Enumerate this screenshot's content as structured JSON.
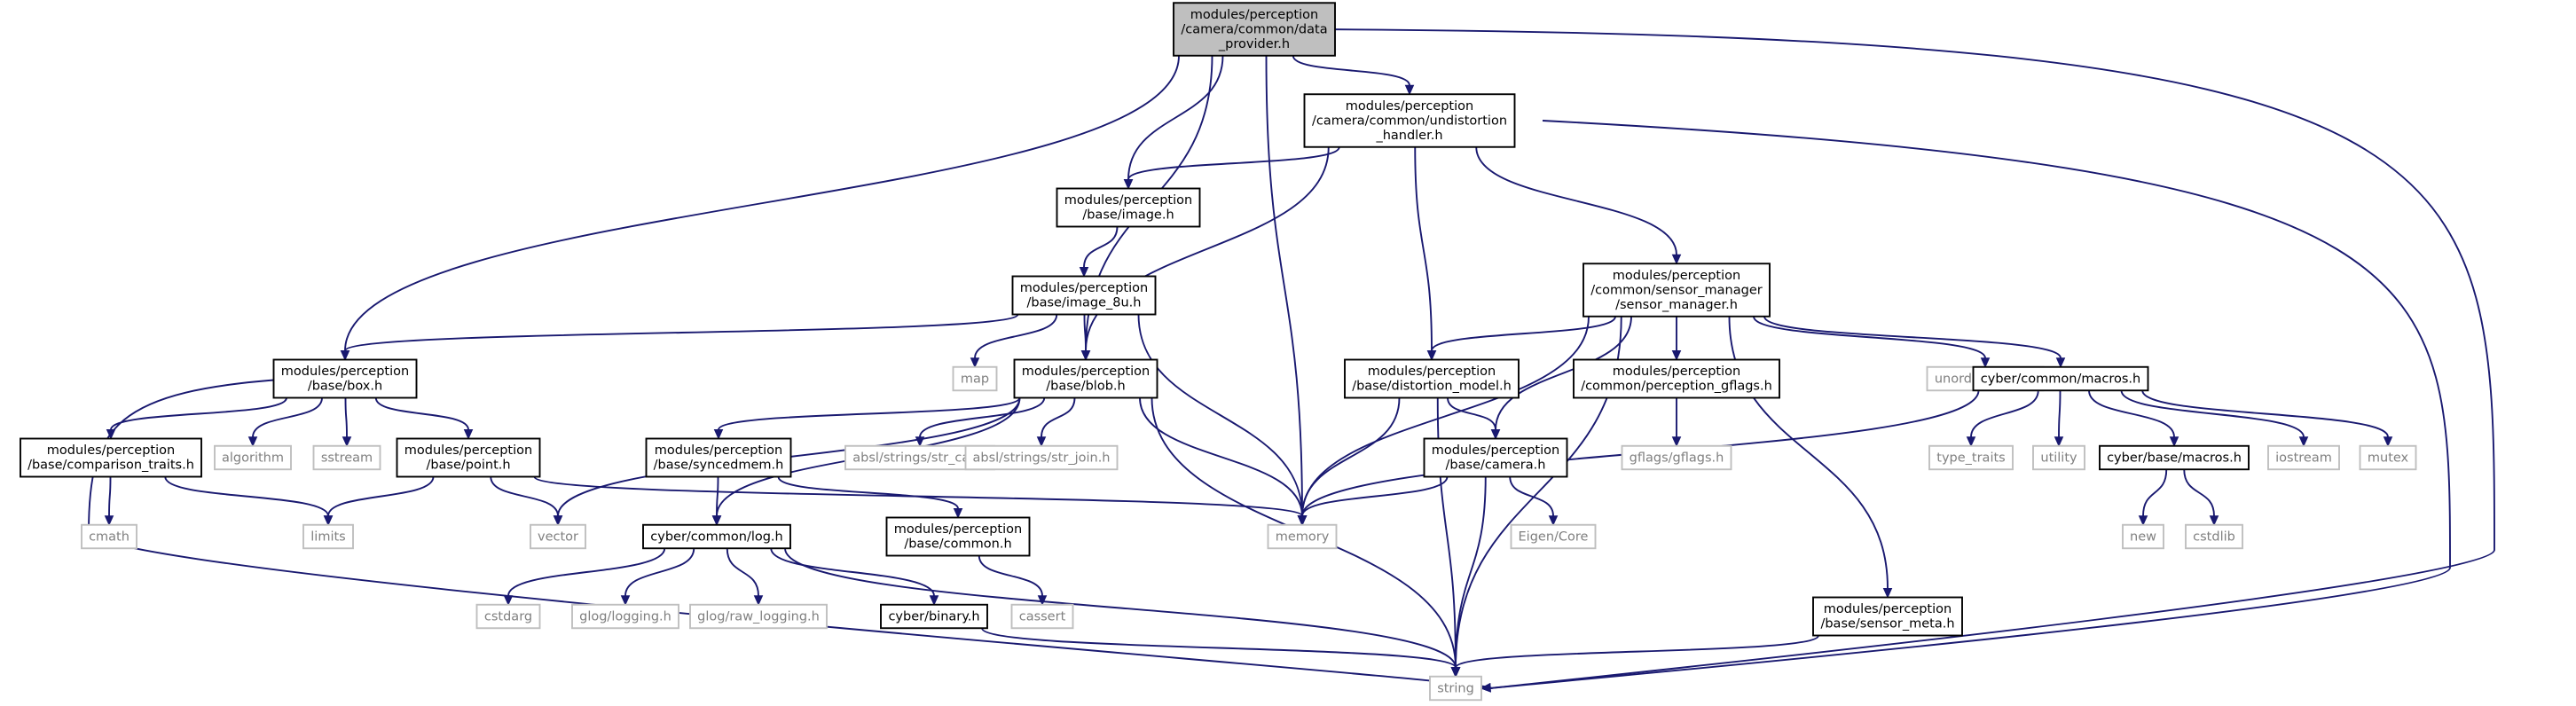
{
  "colors": {
    "edge": "#191970",
    "root_fill": "#bfbfbf",
    "node_stroke": "#000000",
    "external_stroke": "#bfbfbf",
    "external_text": "#808080"
  },
  "nodes": [
    {
      "id": "data_provider",
      "lines": [
        "modules/perception",
        "/camera/common/data",
        "_provider.h"
      ],
      "kind": "root"
    },
    {
      "id": "undistortion_handler",
      "lines": [
        "modules/perception",
        "/camera/common/undistortion",
        "_handler.h"
      ],
      "kind": "file"
    },
    {
      "id": "image",
      "lines": [
        "modules/perception",
        "/base/image.h"
      ],
      "kind": "file"
    },
    {
      "id": "image_8u",
      "lines": [
        "modules/perception",
        "/base/image_8u.h"
      ],
      "kind": "file"
    },
    {
      "id": "sensor_manager",
      "lines": [
        "modules/perception",
        "/common/sensor_manager",
        "/sensor_manager.h"
      ],
      "kind": "file"
    },
    {
      "id": "box",
      "lines": [
        "modules/perception",
        "/base/box.h"
      ],
      "kind": "file"
    },
    {
      "id": "map",
      "lines": [
        "map"
      ],
      "kind": "external"
    },
    {
      "id": "blob",
      "lines": [
        "modules/perception",
        "/base/blob.h"
      ],
      "kind": "file"
    },
    {
      "id": "distortion_model",
      "lines": [
        "modules/perception",
        "/base/distortion_model.h"
      ],
      "kind": "file"
    },
    {
      "id": "perception_gflags",
      "lines": [
        "modules/perception",
        "/common/perception_gflags.h"
      ],
      "kind": "file"
    },
    {
      "id": "unordered_map",
      "lines": [
        "unordered_map"
      ],
      "kind": "external"
    },
    {
      "id": "cyber_common_macros",
      "lines": [
        "cyber/common/macros.h"
      ],
      "kind": "file"
    },
    {
      "id": "comparison_traits",
      "lines": [
        "modules/perception",
        "/base/comparison_traits.h"
      ],
      "kind": "file"
    },
    {
      "id": "algorithm",
      "lines": [
        "algorithm"
      ],
      "kind": "external"
    },
    {
      "id": "sstream",
      "lines": [
        "sstream"
      ],
      "kind": "external"
    },
    {
      "id": "point",
      "lines": [
        "modules/perception",
        "/base/point.h"
      ],
      "kind": "file"
    },
    {
      "id": "syncedmem",
      "lines": [
        "modules/perception",
        "/base/syncedmem.h"
      ],
      "kind": "file"
    },
    {
      "id": "str_cat",
      "lines": [
        "absl/strings/str_cat.h"
      ],
      "kind": "external"
    },
    {
      "id": "str_join",
      "lines": [
        "absl/strings/str_join.h"
      ],
      "kind": "external"
    },
    {
      "id": "camera",
      "lines": [
        "modules/perception",
        "/base/camera.h"
      ],
      "kind": "file"
    },
    {
      "id": "gflags",
      "lines": [
        "gflags/gflags.h"
      ],
      "kind": "external"
    },
    {
      "id": "type_traits",
      "lines": [
        "type_traits"
      ],
      "kind": "external"
    },
    {
      "id": "utility",
      "lines": [
        "utility"
      ],
      "kind": "external"
    },
    {
      "id": "cyber_base_macros",
      "lines": [
        "cyber/base/macros.h"
      ],
      "kind": "file"
    },
    {
      "id": "iostream",
      "lines": [
        "iostream"
      ],
      "kind": "external"
    },
    {
      "id": "mutex",
      "lines": [
        "mutex"
      ],
      "kind": "external"
    },
    {
      "id": "cmath",
      "lines": [
        "cmath"
      ],
      "kind": "external"
    },
    {
      "id": "limits",
      "lines": [
        "limits"
      ],
      "kind": "external"
    },
    {
      "id": "vector",
      "lines": [
        "vector"
      ],
      "kind": "external"
    },
    {
      "id": "log",
      "lines": [
        "cyber/common/log.h"
      ],
      "kind": "file"
    },
    {
      "id": "memory",
      "lines": [
        "memory"
      ],
      "kind": "external"
    },
    {
      "id": "base_common",
      "lines": [
        "modules/perception",
        "/base/common.h"
      ],
      "kind": "file"
    },
    {
      "id": "eigen_core",
      "lines": [
        "Eigen/Core"
      ],
      "kind": "external"
    },
    {
      "id": "new",
      "lines": [
        "new"
      ],
      "kind": "external"
    },
    {
      "id": "cstdlib",
      "lines": [
        "cstdlib"
      ],
      "kind": "external"
    },
    {
      "id": "cstdarg",
      "lines": [
        "cstdarg"
      ],
      "kind": "external"
    },
    {
      "id": "glog_logging",
      "lines": [
        "glog/logging.h"
      ],
      "kind": "external"
    },
    {
      "id": "glog_raw_logging",
      "lines": [
        "glog/raw_logging.h"
      ],
      "kind": "external"
    },
    {
      "id": "cyber_binary",
      "lines": [
        "cyber/binary.h"
      ],
      "kind": "file"
    },
    {
      "id": "cassert",
      "lines": [
        "cassert"
      ],
      "kind": "external"
    },
    {
      "id": "sensor_meta",
      "lines": [
        "modules/perception",
        "/base/sensor_meta.h"
      ],
      "kind": "file"
    },
    {
      "id": "string",
      "lines": [
        "string"
      ],
      "kind": "external"
    }
  ],
  "edges": [
    [
      "data_provider",
      "undistortion_handler"
    ],
    [
      "data_provider",
      "image"
    ],
    [
      "data_provider",
      "box"
    ],
    [
      "data_provider",
      "blob"
    ],
    [
      "data_provider",
      "memory"
    ],
    [
      "data_provider",
      "string"
    ],
    [
      "undistortion_handler",
      "image"
    ],
    [
      "undistortion_handler",
      "blob"
    ],
    [
      "undistortion_handler",
      "distortion_model"
    ],
    [
      "undistortion_handler",
      "sensor_manager"
    ],
    [
      "undistortion_handler",
      "string"
    ],
    [
      "image",
      "image_8u"
    ],
    [
      "image_8u",
      "box"
    ],
    [
      "image_8u",
      "map"
    ],
    [
      "image_8u",
      "blob"
    ],
    [
      "image_8u",
      "memory"
    ],
    [
      "box",
      "comparison_traits"
    ],
    [
      "box",
      "algorithm"
    ],
    [
      "box",
      "sstream"
    ],
    [
      "box",
      "point"
    ],
    [
      "box",
      "string"
    ],
    [
      "comparison_traits",
      "cmath"
    ],
    [
      "comparison_traits",
      "limits"
    ],
    [
      "point",
      "limits"
    ],
    [
      "point",
      "vector"
    ],
    [
      "point",
      "memory"
    ],
    [
      "blob",
      "vector"
    ],
    [
      "blob",
      "syncedmem"
    ],
    [
      "blob",
      "log"
    ],
    [
      "blob",
      "str_cat"
    ],
    [
      "blob",
      "str_join"
    ],
    [
      "blob",
      "memory"
    ],
    [
      "blob",
      "string"
    ],
    [
      "syncedmem",
      "log"
    ],
    [
      "syncedmem",
      "base_common"
    ],
    [
      "base_common",
      "cassert"
    ],
    [
      "log",
      "cstdarg"
    ],
    [
      "log",
      "glog_logging"
    ],
    [
      "log",
      "glog_raw_logging"
    ],
    [
      "log",
      "cyber_binary"
    ],
    [
      "log",
      "string"
    ],
    [
      "cyber_binary",
      "string"
    ],
    [
      "sensor_manager",
      "memory"
    ],
    [
      "sensor_manager",
      "distortion_model"
    ],
    [
      "sensor_manager",
      "camera"
    ],
    [
      "sensor_manager",
      "perception_gflags"
    ],
    [
      "sensor_manager",
      "string"
    ],
    [
      "sensor_manager",
      "sensor_meta"
    ],
    [
      "sensor_manager",
      "unordered_map"
    ],
    [
      "sensor_manager",
      "cyber_common_macros"
    ],
    [
      "distortion_model",
      "camera"
    ],
    [
      "distortion_model",
      "memory"
    ],
    [
      "distortion_model",
      "string"
    ],
    [
      "camera",
      "memory"
    ],
    [
      "camera",
      "eigen_core"
    ],
    [
      "camera",
      "string"
    ],
    [
      "perception_gflags",
      "gflags"
    ],
    [
      "cyber_common_macros",
      "memory"
    ],
    [
      "cyber_common_macros",
      "type_traits"
    ],
    [
      "cyber_common_macros",
      "utility"
    ],
    [
      "cyber_common_macros",
      "cyber_base_macros"
    ],
    [
      "cyber_common_macros",
      "iostream"
    ],
    [
      "cyber_common_macros",
      "mutex"
    ],
    [
      "cyber_base_macros",
      "new"
    ],
    [
      "cyber_base_macros",
      "cstdlib"
    ],
    [
      "sensor_meta",
      "string"
    ]
  ]
}
